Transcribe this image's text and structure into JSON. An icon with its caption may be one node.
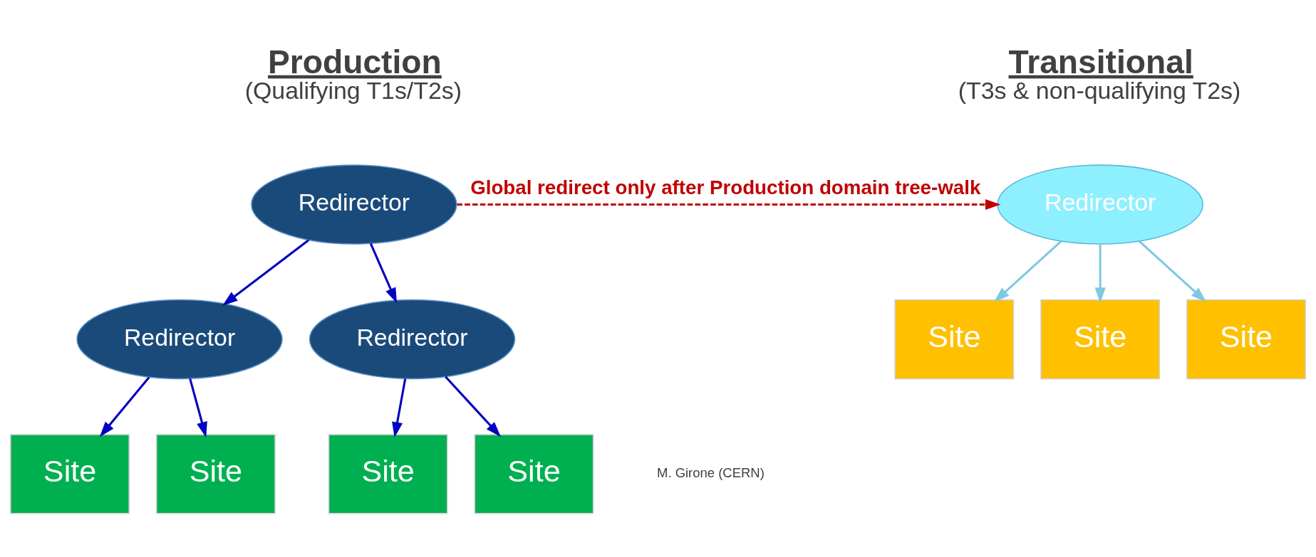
{
  "diagram": {
    "nodes": [
      {
        "text": [
          "Redirector"
        ]
      },
      {
        "text": [
          "Redirector"
        ]
      },
      {
        "text": [
          "Redirector"
        ]
      },
      {
        "text": [
          "Site"
        ]
      },
      {
        "text": [
          "Site"
        ]
      },
      {
        "text": [
          "Site"
        ]
      },
      {
        "text": [
          "Site"
        ]
      },
      {
        "text": [
          "Redirector"
        ]
      },
      {
        "text": [
          "Site"
        ]
      },
      {
        "text": [
          "Site"
        ]
      },
      {
        "text": [
          "Site"
        ]
      }
    ],
    "edges": [
      {
        "from": 0,
        "to": 1,
        "arrow": "to"
      },
      {
        "from": 0,
        "to": 2,
        "arrow": "to"
      },
      {
        "from": 1,
        "to": 3,
        "arrow": "to"
      },
      {
        "from": 1,
        "to": 4,
        "arrow": "to"
      },
      {
        "from": 2,
        "to": 5,
        "arrow": "to"
      },
      {
        "from": 2,
        "to": 6,
        "arrow": "to"
      },
      {
        "from": 0,
        "to": 7,
        "arrow": "to",
        "label": "Global redirect only after Production domain tree-walk",
        "style": "dashed",
        "color": "#c00000"
      },
      {
        "from": 7,
        "to": 8,
        "arrow": "to",
        "color": "#7ec8e3"
      },
      {
        "from": 7,
        "to": 9,
        "arrow": "to",
        "color": "#7ec8e3"
      },
      {
        "from": 7,
        "to": 10,
        "arrow": "to",
        "color": "#7ec8e3"
      }
    ],
    "labels": [
      "Production",
      "(Qualifying T1s/T2s)",
      "Transitional",
      "(T3s & non-qualifying T2s)",
      "M. Girone (CERN)"
    ]
  }
}
